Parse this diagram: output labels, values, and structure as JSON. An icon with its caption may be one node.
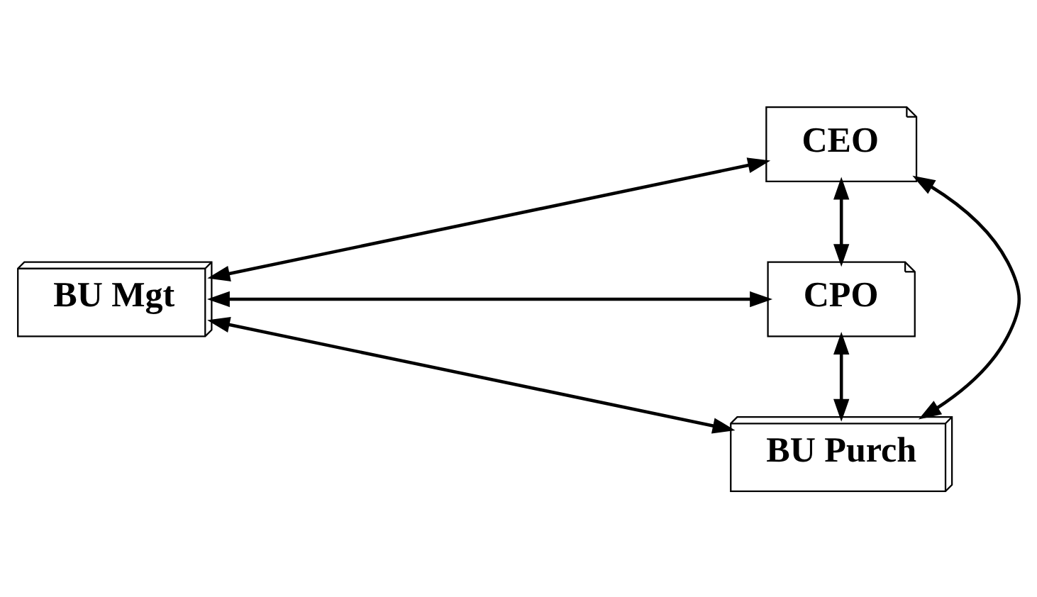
{
  "diagram": {
    "nodes": [
      {
        "text": [
          "CEO"
        ]
      },
      {
        "text": [
          "BU Mgt"
        ]
      },
      {
        "text": [
          "CPO"
        ]
      },
      {
        "text": [
          "BU Purch"
        ]
      }
    ],
    "edges": [
      {
        "from": 0,
        "to": 1,
        "arrow": "both"
      },
      {
        "from": 0,
        "to": 2,
        "arrow": "both"
      },
      {
        "from": 1,
        "to": 2,
        "arrow": "both"
      },
      {
        "from": 0,
        "to": 3,
        "arrow": "both"
      },
      {
        "from": 1,
        "to": 3,
        "arrow": "both"
      },
      {
        "from": 3,
        "to": 2,
        "arrow": "both"
      }
    ]
  }
}
